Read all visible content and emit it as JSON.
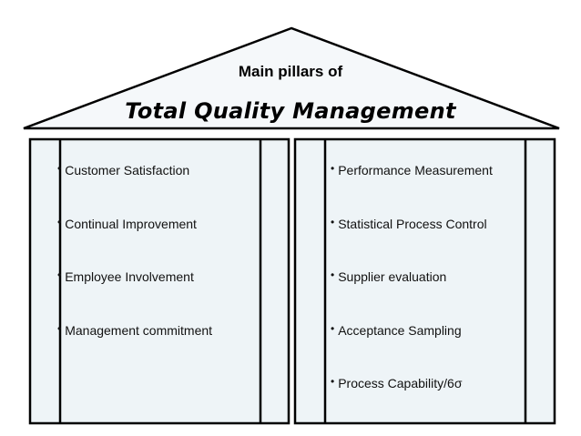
{
  "roof": {
    "subtitle": "Main pillars of",
    "title": "Total Quality Management"
  },
  "left_pillar": {
    "items": [
      "Customer Satisfaction",
      "Continual Improvement",
      "Employee Involvement",
      "Management commitment"
    ]
  },
  "right_pillar": {
    "items": [
      "Performance Measurement",
      "Statistical Process Control",
      "Supplier evaluation",
      "Acceptance Sampling",
      "Process Capability/6σ"
    ]
  },
  "colors": {
    "roof_fill": "#f5f8fa",
    "pillar_fill": "#eef4f7",
    "stroke": "#000000"
  }
}
